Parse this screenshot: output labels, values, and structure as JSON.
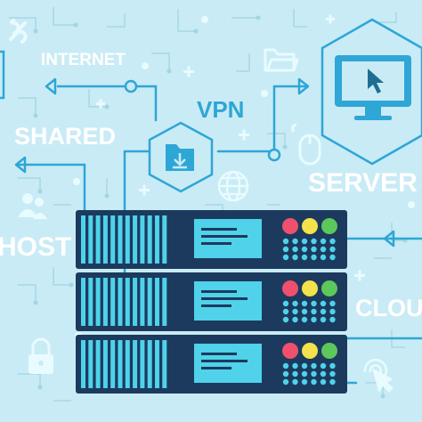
{
  "labels": {
    "internet": "INTERNET",
    "vpn": "VPN",
    "shared": "SHARED",
    "server": "SERVER",
    "host": "HOST",
    "cloud": "CLOU"
  },
  "icons": [
    "link-icon",
    "folder-icon",
    "monitor-cursor-icon",
    "download-folder-icon",
    "mouse-icon",
    "globe-icon",
    "users-icon",
    "lock-icon",
    "click-icon",
    "plus-icon"
  ],
  "colors": {
    "background": "#c9ebf5",
    "line": "#2ea6d6",
    "label": "#2ea6d6",
    "rack": "#1c3a5e",
    "rack_light": "#4fd2ea",
    "led_red": "#f0506e",
    "led_yellow": "#f3e24a",
    "led_green": "#5cc75a"
  }
}
